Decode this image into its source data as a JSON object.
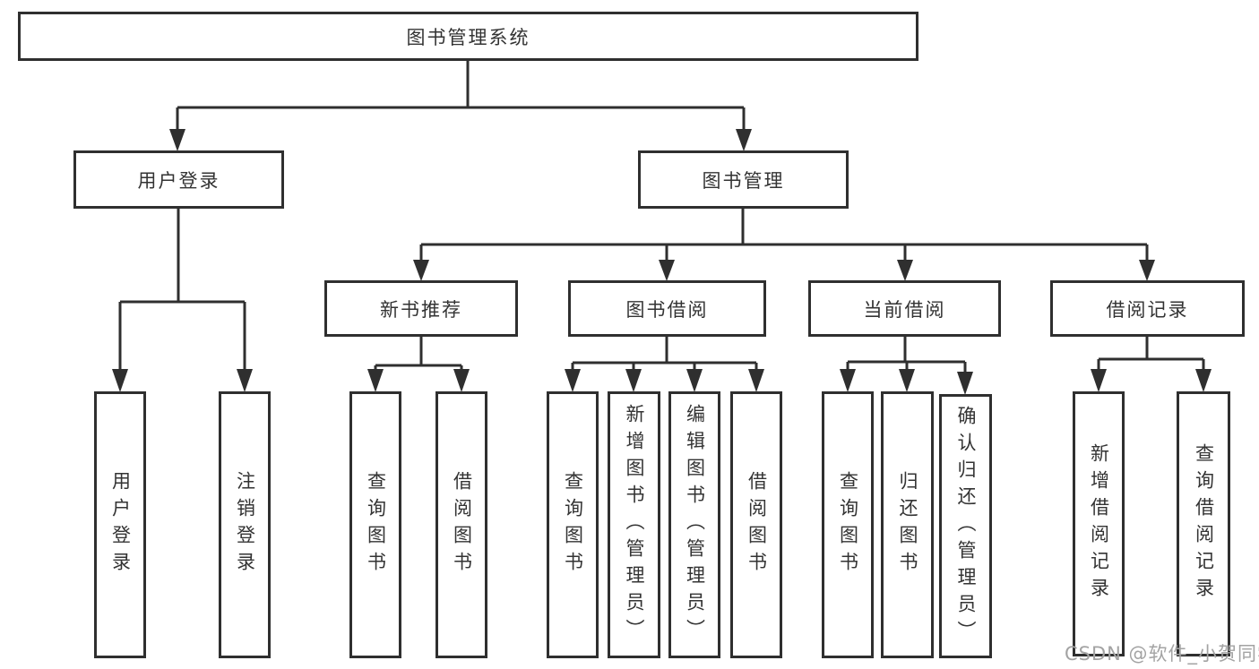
{
  "diagram": {
    "root": {
      "label": "图书管理系统"
    },
    "branches": {
      "user_login": {
        "label": "用户登录"
      },
      "book_management": {
        "label": "图书管理"
      }
    },
    "modules": [
      {
        "label": "新书推荐"
      },
      {
        "label": "图书借阅"
      },
      {
        "label": "当前借阅"
      },
      {
        "label": "借阅记录"
      }
    ],
    "leaves": [
      {
        "label": "用户登录"
      },
      {
        "label": "注销登录"
      },
      {
        "label": "查询图书"
      },
      {
        "label": "借阅图书"
      },
      {
        "label": "查询图书"
      },
      {
        "label": "新增图书（管理员）"
      },
      {
        "label": "编辑图书（管理员）"
      },
      {
        "label": "借阅图书"
      },
      {
        "label": "查询图书"
      },
      {
        "label": "归还图书"
      },
      {
        "label": "确认归还（管理员）"
      },
      {
        "label": "新增借阅记录"
      },
      {
        "label": "查询借阅记录"
      }
    ],
    "colors": {
      "line": "#2f2f2f",
      "box_border": "#2f2f2f",
      "text": "#333333",
      "background": "#ffffff",
      "watermark": "#a3a3a3"
    }
  },
  "watermark": {
    "text": "CSDN @软件_小贺同学"
  }
}
